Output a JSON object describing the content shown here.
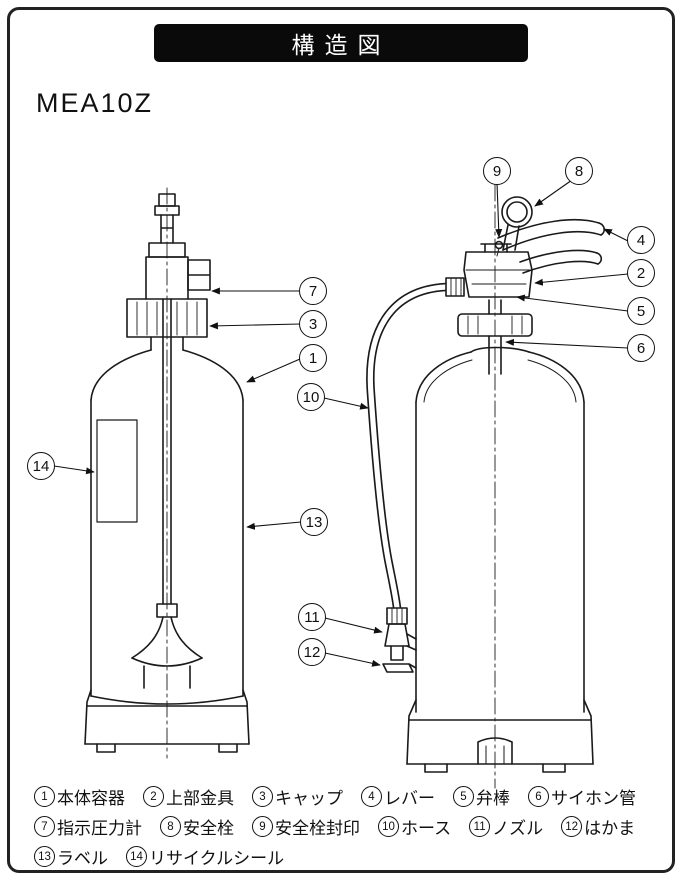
{
  "header": {
    "title": "構造図",
    "model": "MEA10Z"
  },
  "legend": [
    {
      "num": "1",
      "label": "本体容器"
    },
    {
      "num": "2",
      "label": "上部金具"
    },
    {
      "num": "3",
      "label": "キャップ"
    },
    {
      "num": "4",
      "label": "レバー"
    },
    {
      "num": "5",
      "label": "弁棒"
    },
    {
      "num": "6",
      "label": "サイホン管"
    },
    {
      "num": "7",
      "label": "指示圧力計"
    },
    {
      "num": "8",
      "label": "安全栓"
    },
    {
      "num": "9",
      "label": "安全栓封印"
    },
    {
      "num": "10",
      "label": "ホース"
    },
    {
      "num": "11",
      "label": "ノズル"
    },
    {
      "num": "12",
      "label": "はかま"
    },
    {
      "num": "13",
      "label": "ラベル"
    },
    {
      "num": "14",
      "label": "リサイクルシール"
    }
  ]
}
